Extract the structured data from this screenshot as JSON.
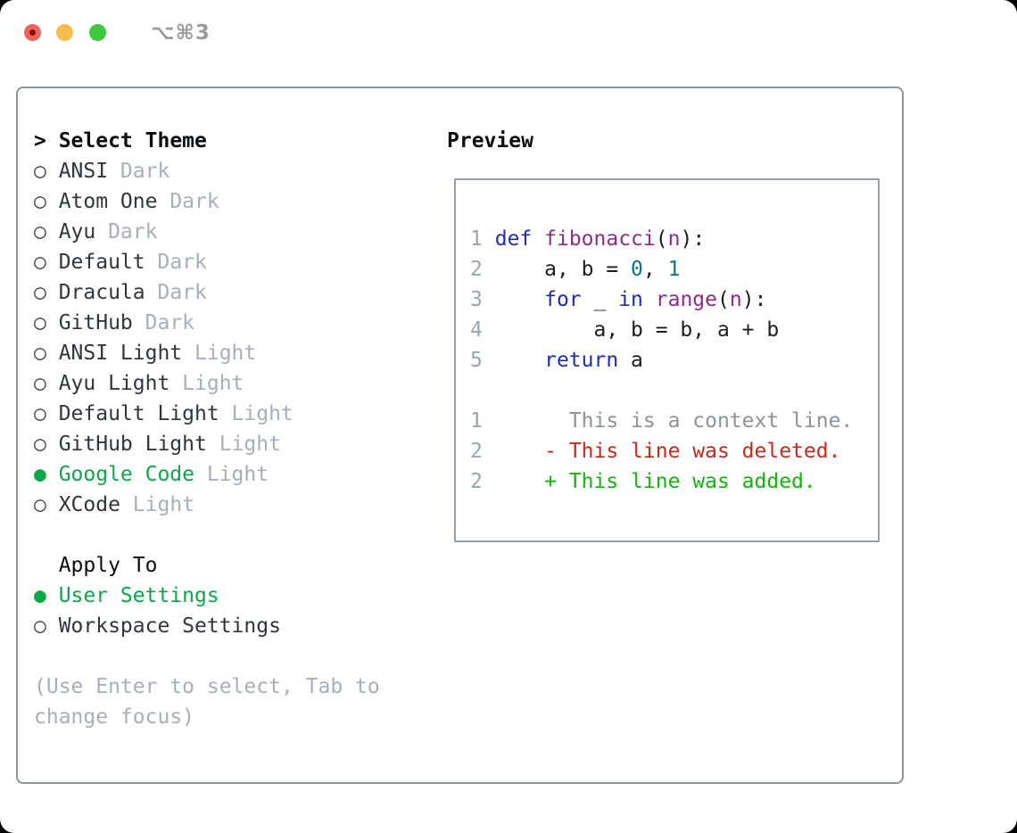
{
  "window": {
    "title": "⌥⌘3"
  },
  "colors": {
    "selection_green": "#0ba74a",
    "added_green": "#12b40e",
    "deleted_red": "#c52a19",
    "keyword_blue": "#1f2db4",
    "function_purple": "#8d2c8d",
    "number_literal_teal": "#10767c",
    "line_number_gray": "#9aa5b2",
    "muted_gray": "#a6afba",
    "panel_border_gray": "#8b95a0",
    "traffic_red": "#f4635a",
    "traffic_yellow": "#f6bd4e",
    "traffic_green": "#3fc83f"
  },
  "theme_selector": {
    "header": "> Select Theme",
    "themes": [
      {
        "bullet": "○",
        "name": "ANSI",
        "variant": "Dark",
        "selected": false
      },
      {
        "bullet": "○",
        "name": "Atom One",
        "variant": "Dark",
        "selected": false
      },
      {
        "bullet": "○",
        "name": "Ayu",
        "variant": "Dark",
        "selected": false
      },
      {
        "bullet": "○",
        "name": "Default",
        "variant": "Dark",
        "selected": false
      },
      {
        "bullet": "○",
        "name": "Dracula",
        "variant": "Dark",
        "selected": false
      },
      {
        "bullet": "○",
        "name": "GitHub",
        "variant": "Dark",
        "selected": false
      },
      {
        "bullet": "○",
        "name": "ANSI Light",
        "variant": "Light",
        "selected": false
      },
      {
        "bullet": "○",
        "name": "Ayu Light",
        "variant": "Light",
        "selected": false
      },
      {
        "bullet": "○",
        "name": "Default Light",
        "variant": "Light",
        "selected": false
      },
      {
        "bullet": "○",
        "name": "GitHub Light",
        "variant": "Light",
        "selected": false
      },
      {
        "bullet": "●",
        "name": "Google Code",
        "variant": "Light",
        "selected": true
      },
      {
        "bullet": "○",
        "name": "XCode",
        "variant": "Light",
        "selected": false
      }
    ]
  },
  "apply_to": {
    "header": "Apply To",
    "options": [
      {
        "bullet": "●",
        "label": "User Settings",
        "selected": true
      },
      {
        "bullet": "○",
        "label": "Workspace Settings",
        "selected": false
      }
    ]
  },
  "hints": {
    "line1": "(Use Enter to select, Tab to",
    "line2": "change focus)"
  },
  "preview": {
    "header": "Preview",
    "code_lines": [
      {
        "segments": [
          {
            "t": "1",
            "c": "num"
          },
          {
            "t": " ",
            "c": "plain"
          },
          {
            "t": "def",
            "c": "kw"
          },
          {
            "t": " ",
            "c": "plain"
          },
          {
            "t": "fibonacci",
            "c": "fn"
          },
          {
            "t": "(",
            "c": "plain"
          },
          {
            "t": "n",
            "c": "fn"
          },
          {
            "t": "):",
            "c": "plain"
          }
        ]
      },
      {
        "segments": [
          {
            "t": "2",
            "c": "num"
          },
          {
            "t": "     a, b = ",
            "c": "plain"
          },
          {
            "t": "0",
            "c": "lit"
          },
          {
            "t": ", ",
            "c": "plain"
          },
          {
            "t": "1",
            "c": "lit"
          }
        ]
      },
      {
        "segments": [
          {
            "t": "3",
            "c": "num"
          },
          {
            "t": "     ",
            "c": "plain"
          },
          {
            "t": "for",
            "c": "kw"
          },
          {
            "t": " _ ",
            "c": "plain"
          },
          {
            "t": "in",
            "c": "kw"
          },
          {
            "t": " ",
            "c": "plain"
          },
          {
            "t": "range",
            "c": "fn"
          },
          {
            "t": "(",
            "c": "plain"
          },
          {
            "t": "n",
            "c": "fn"
          },
          {
            "t": "):",
            "c": "plain"
          }
        ]
      },
      {
        "segments": [
          {
            "t": "4",
            "c": "num"
          },
          {
            "t": "         a, b = b, a + b",
            "c": "plain"
          }
        ]
      },
      {
        "segments": [
          {
            "t": "5",
            "c": "num"
          },
          {
            "t": "     ",
            "c": "plain"
          },
          {
            "t": "return",
            "c": "kw"
          },
          {
            "t": " a",
            "c": "plain"
          }
        ]
      },
      {
        "segments": []
      },
      {
        "segments": [
          {
            "t": "1",
            "c": "num"
          },
          {
            "t": "       This is a context line.",
            "c": "ctx"
          }
        ]
      },
      {
        "segments": [
          {
            "t": "2",
            "c": "num"
          },
          {
            "t": "     ",
            "c": "plain"
          },
          {
            "t": "- This line was deleted.",
            "c": "del"
          }
        ]
      },
      {
        "segments": [
          {
            "t": "2",
            "c": "num"
          },
          {
            "t": "     ",
            "c": "plain"
          },
          {
            "t": "+ This line was added.",
            "c": "add"
          }
        ]
      }
    ]
  }
}
